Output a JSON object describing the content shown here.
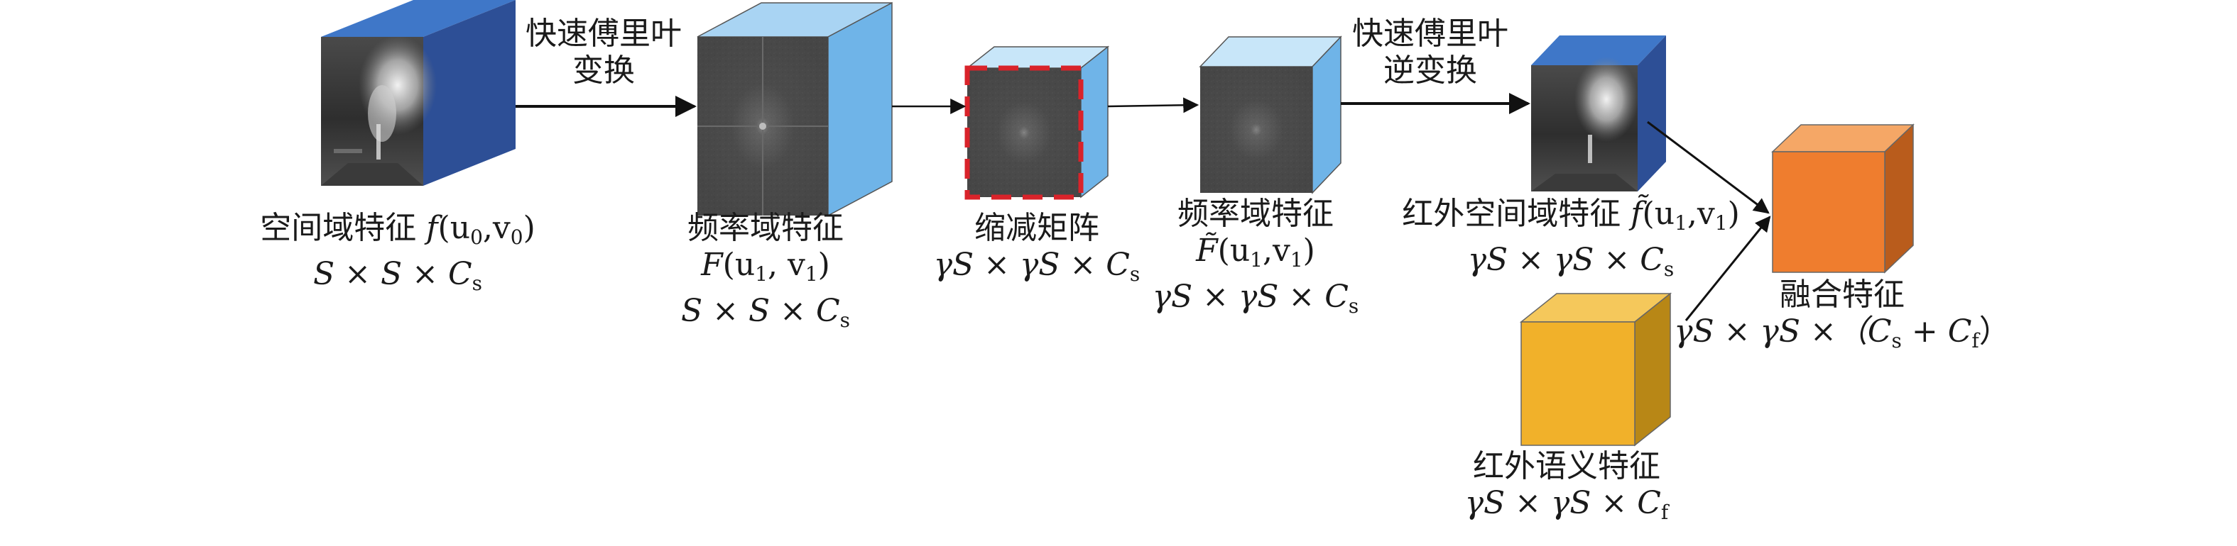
{
  "arrows": {
    "fft": [
      "快速傅里叶",
      "变换"
    ],
    "ifft": [
      "快速傅里叶",
      "逆变换"
    ]
  },
  "blocks": {
    "spatial": {
      "title": "空间域特征",
      "symbol": "f",
      "args": "(u",
      "sub0": "0",
      "comma": ",v",
      "sub1": "0",
      "close": ")",
      "dims": "S × S × C",
      "dims_sub": "s"
    },
    "freq": {
      "title": "频率域特征",
      "symbol": "F",
      "args": "(u",
      "sub0": "1",
      "comma": ", v",
      "sub1": "1",
      "close": ")",
      "dims": "S × S × C",
      "dims_sub": "s"
    },
    "shrink": {
      "title": "缩减矩阵",
      "dims": "γS × γS × C",
      "dims_sub": "s"
    },
    "freq2": {
      "title": "频率域特征",
      "symbol": "F̃",
      "args": "(u",
      "sub0": "1",
      "comma": ",v",
      "sub1": "1",
      "close": ")",
      "dims": "γS × γS × C",
      "dims_sub": "s"
    },
    "ir_spatial": {
      "title": "红外空间域特征",
      "symbol": "f̃",
      "args": "(u",
      "sub0": "1",
      "comma": ",v",
      "sub1": "1",
      "close": ")",
      "dims": "γS × γS × C",
      "dims_sub": "s"
    },
    "ir_semantic": {
      "title": "红外语义特征",
      "dims": "γS × γS × C",
      "dims_sub": "f"
    },
    "fusion": {
      "title": "融合特征",
      "dims": "γS × γS ×（C",
      "dims_sub1": "s",
      "plus": " + C",
      "dims_sub2": "f",
      "close": "）"
    }
  },
  "colors": {
    "dark_blue_side": "#2d4f96",
    "dark_blue_top": "#3f77c8",
    "light_blue_side": "#6fb4e8",
    "light_blue_top": "#a9d4f3",
    "pale_blue_top": "#c8e6f9",
    "dashed_red": "#d9232a",
    "yellow_front": "#f1b12a",
    "yellow_top": "#f5c85b",
    "yellow_side": "#b88716",
    "orange_front": "#ef7d2e",
    "orange_top": "#f5a766",
    "orange_side": "#b95c1c"
  }
}
